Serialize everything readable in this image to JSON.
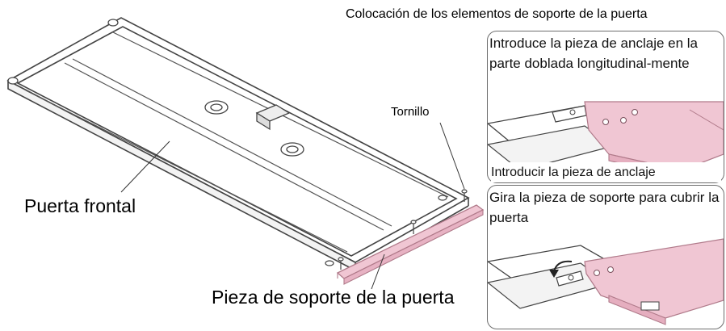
{
  "title": "Colocación de los elementos de soporte de la puerta",
  "labels": {
    "tornillo": "Tornillo",
    "puerta_frontal": "Puerta frontal",
    "pieza_soporte": "Pieza de soporte de la puerta"
  },
  "steps": [
    {
      "instruction": "Introduce la pieza de anclaje en la parte doblada longitudinal-mente",
      "caption": "Introducir la pieza de anclaje"
    },
    {
      "instruction": "Gira la pieza de soporte para cubrir la puerta",
      "caption": ""
    }
  ],
  "colors": {
    "support_piece": "#f0c6d3",
    "support_piece_edge": "#b07a8a",
    "line": "#444444",
    "panel_fill": "#ffffff"
  }
}
